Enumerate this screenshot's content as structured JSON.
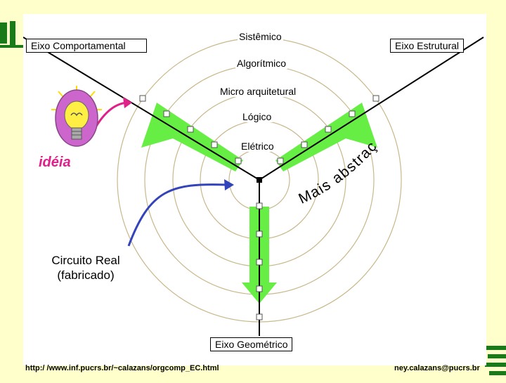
{
  "axes": {
    "behavioral": "Eixo Comportamental",
    "structural": "Eixo Estrutural",
    "geometric": "Eixo Geométrico"
  },
  "levels": {
    "systemic": "Sistêmico",
    "algorithmic": "Algorítmico",
    "microarchitectural": "Micro arquitetural",
    "logical": "Lógico",
    "electrical": "Elétrico"
  },
  "idea_label": "idéia",
  "real_circuit": {
    "line1": "Circuito Real",
    "line2": "(fabricado)"
  },
  "abstraction_text": "Mais abstração",
  "footer": {
    "url": "http:/ /www.inf.pucrs.br/~calazans/orgcomp_EC.html",
    "email": "ney.calazans@pucrs.br"
  },
  "colors": {
    "arrow_green": "#66ee44",
    "ring_color": "#c8b88a",
    "idea_pink": "#e0218a",
    "real_arrow_blue": "#3344bb",
    "bulb_yellow": "#ffee44",
    "background": "#ffffcc"
  },
  "icons": [
    "light-bulb-icon"
  ]
}
